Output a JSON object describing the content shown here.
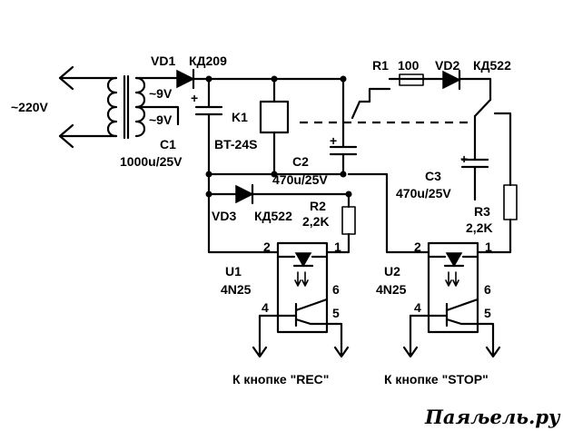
{
  "mains": {
    "label": "~220V"
  },
  "transformer": {
    "sec1": "~9V",
    "sec2": "~9V"
  },
  "vd1": {
    "ref": "VD1",
    "part": "КД209"
  },
  "c1": {
    "ref": "C1",
    "value": "1000u/25V"
  },
  "k1": {
    "ref": "K1",
    "part": "BT-24S"
  },
  "r1": {
    "ref": "R1",
    "value": "100"
  },
  "vd2": {
    "ref": "VD2",
    "part": "КД522"
  },
  "c2": {
    "ref": "C2",
    "value": "470u/25V"
  },
  "c3": {
    "ref": "C3",
    "value": "470u/25V"
  },
  "r2": {
    "ref": "R2",
    "value": "2,2K"
  },
  "r3": {
    "ref": "R3",
    "value": "2,2K"
  },
  "vd3": {
    "ref": "VD3",
    "part": "КД522"
  },
  "polarity": {
    "plus": "+"
  },
  "u1": {
    "ref": "U1",
    "part": "4N25",
    "pins": [
      "1",
      "2",
      "4",
      "5",
      "6"
    ],
    "button": "К кнопке \"REC\""
  },
  "u2": {
    "ref": "U2",
    "part": "4N25",
    "pins": [
      "1",
      "2",
      "4",
      "5",
      "6"
    ],
    "button": "К кнопке \"STOP\""
  },
  "watermark": {
    "text": "Паяљель.ру"
  }
}
